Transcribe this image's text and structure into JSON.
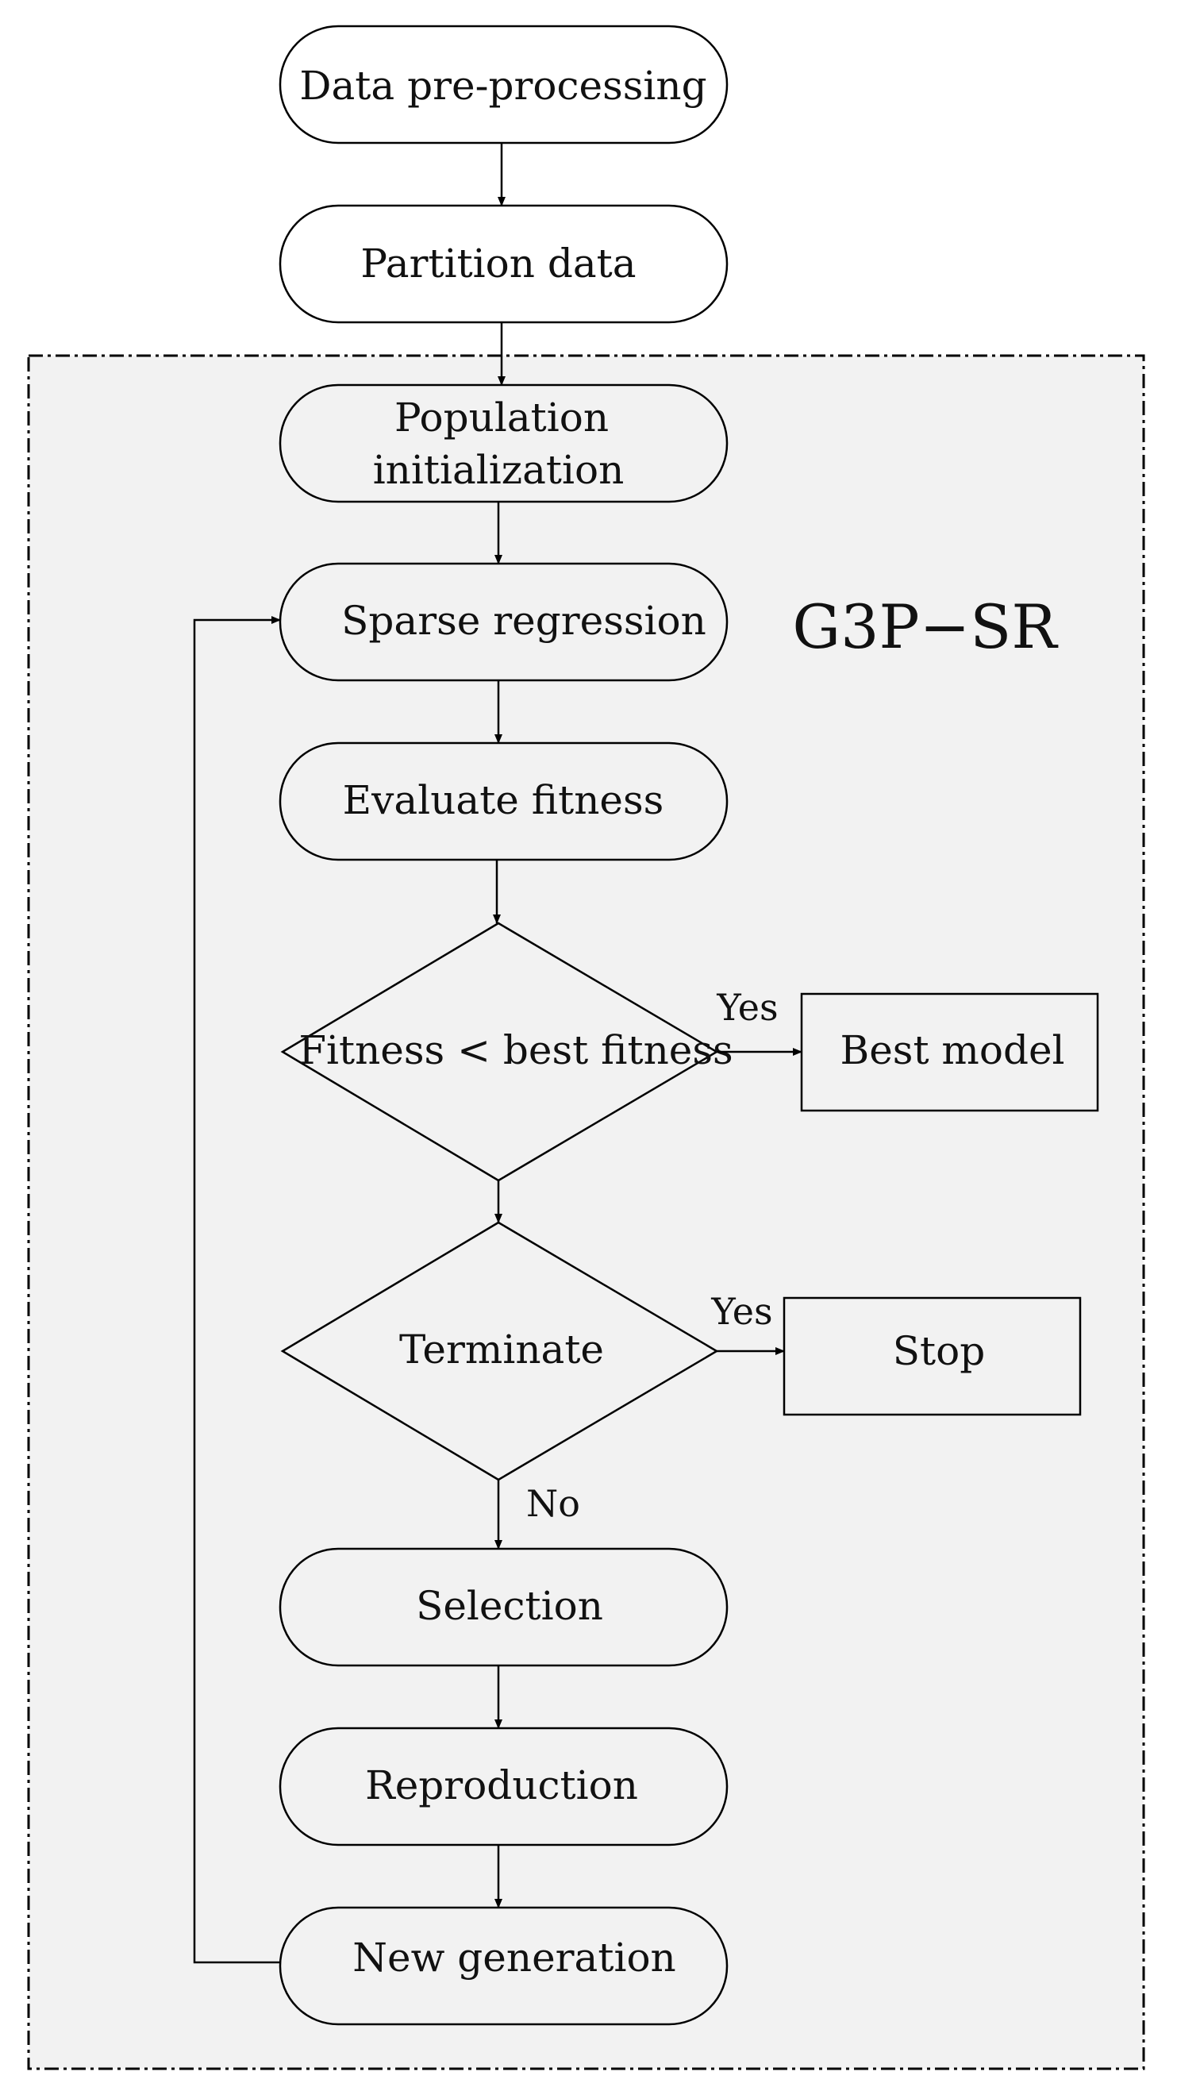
{
  "diagram": {
    "group_label": "G3P−SR",
    "nodes": {
      "data_preprocessing": "Data pre-processing",
      "partition_data": "Partition data",
      "population_init_line1": "Population",
      "population_init_line2": "initialization",
      "sparse_regression": "Sparse regression",
      "evaluate_fitness": "Evaluate fitness",
      "fitness_check": "Fitness < best fitness",
      "best_model": "Best model",
      "terminate": "Terminate",
      "stop": "Stop",
      "selection": "Selection",
      "reproduction": "Reproduction",
      "new_generation": "New generation"
    },
    "edge_labels": {
      "fitness_yes": "Yes",
      "terminate_yes": "Yes",
      "terminate_no": "No"
    }
  }
}
